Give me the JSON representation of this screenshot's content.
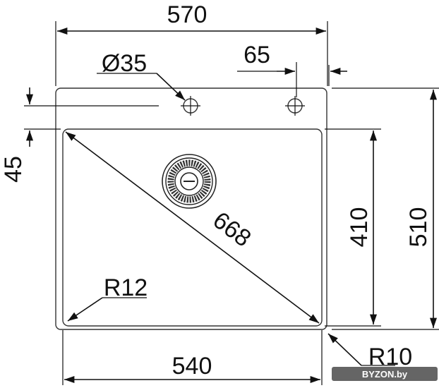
{
  "dimensions": {
    "width_outer": "570",
    "hole_diameter": "Ø35",
    "hole_offset": "65",
    "rim_depth": "45",
    "diagonal": "668",
    "height_inner": "410",
    "height_outer": "510",
    "radius_inner": "R12",
    "width_inner": "540",
    "radius_outer": "R10"
  },
  "watermark": "BYZON.by",
  "colors": {
    "line": "#111111",
    "watermark_bg": "#4a4a4a"
  }
}
